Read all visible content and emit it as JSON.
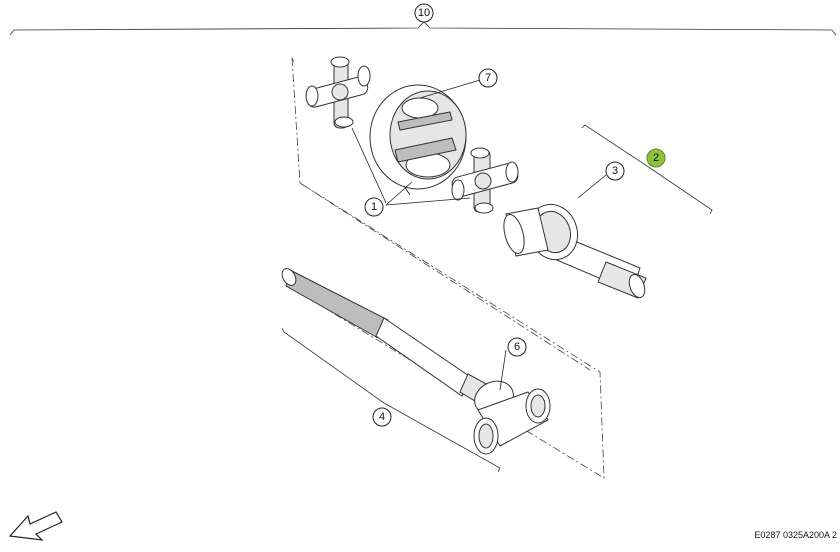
{
  "callouts": {
    "c1": "1",
    "c2": "2",
    "c3": "3",
    "c4": "4",
    "c6": "6",
    "c7": "7",
    "c10": "10"
  },
  "highlight_color": "#8fbf3f",
  "reference_code": "E0287 0325A200A 2"
}
